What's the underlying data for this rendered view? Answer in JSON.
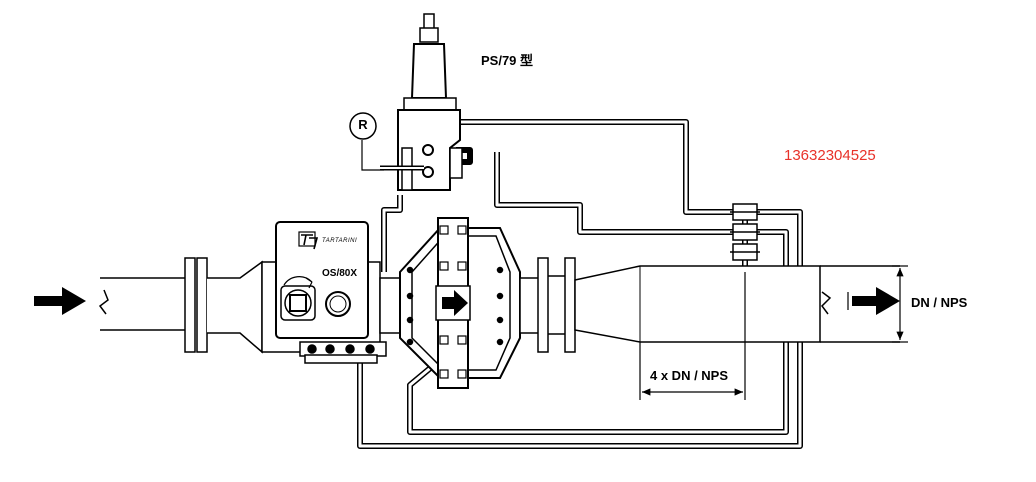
{
  "labels": {
    "pilot_model": "PS/79 型",
    "reference": "R",
    "monitor_model": "OS/80X",
    "brand": "TARTARINI",
    "pipe_size": "DN / NPS",
    "sensing_distance": "4 x DN / NPS"
  },
  "watermark_phone": "13632304525",
  "colors": {
    "line": "#000000",
    "pipe_fill": "#ffffff",
    "tube_shade": "#cccccc",
    "phone_text": "#e8322a"
  },
  "icons": {
    "inlet_arrow": "arrow-right-icon",
    "outlet_arrow": "arrow-right-icon",
    "flow_arrow": "arrow-right-icon",
    "reset_knob": "rotate-arrow-icon"
  }
}
